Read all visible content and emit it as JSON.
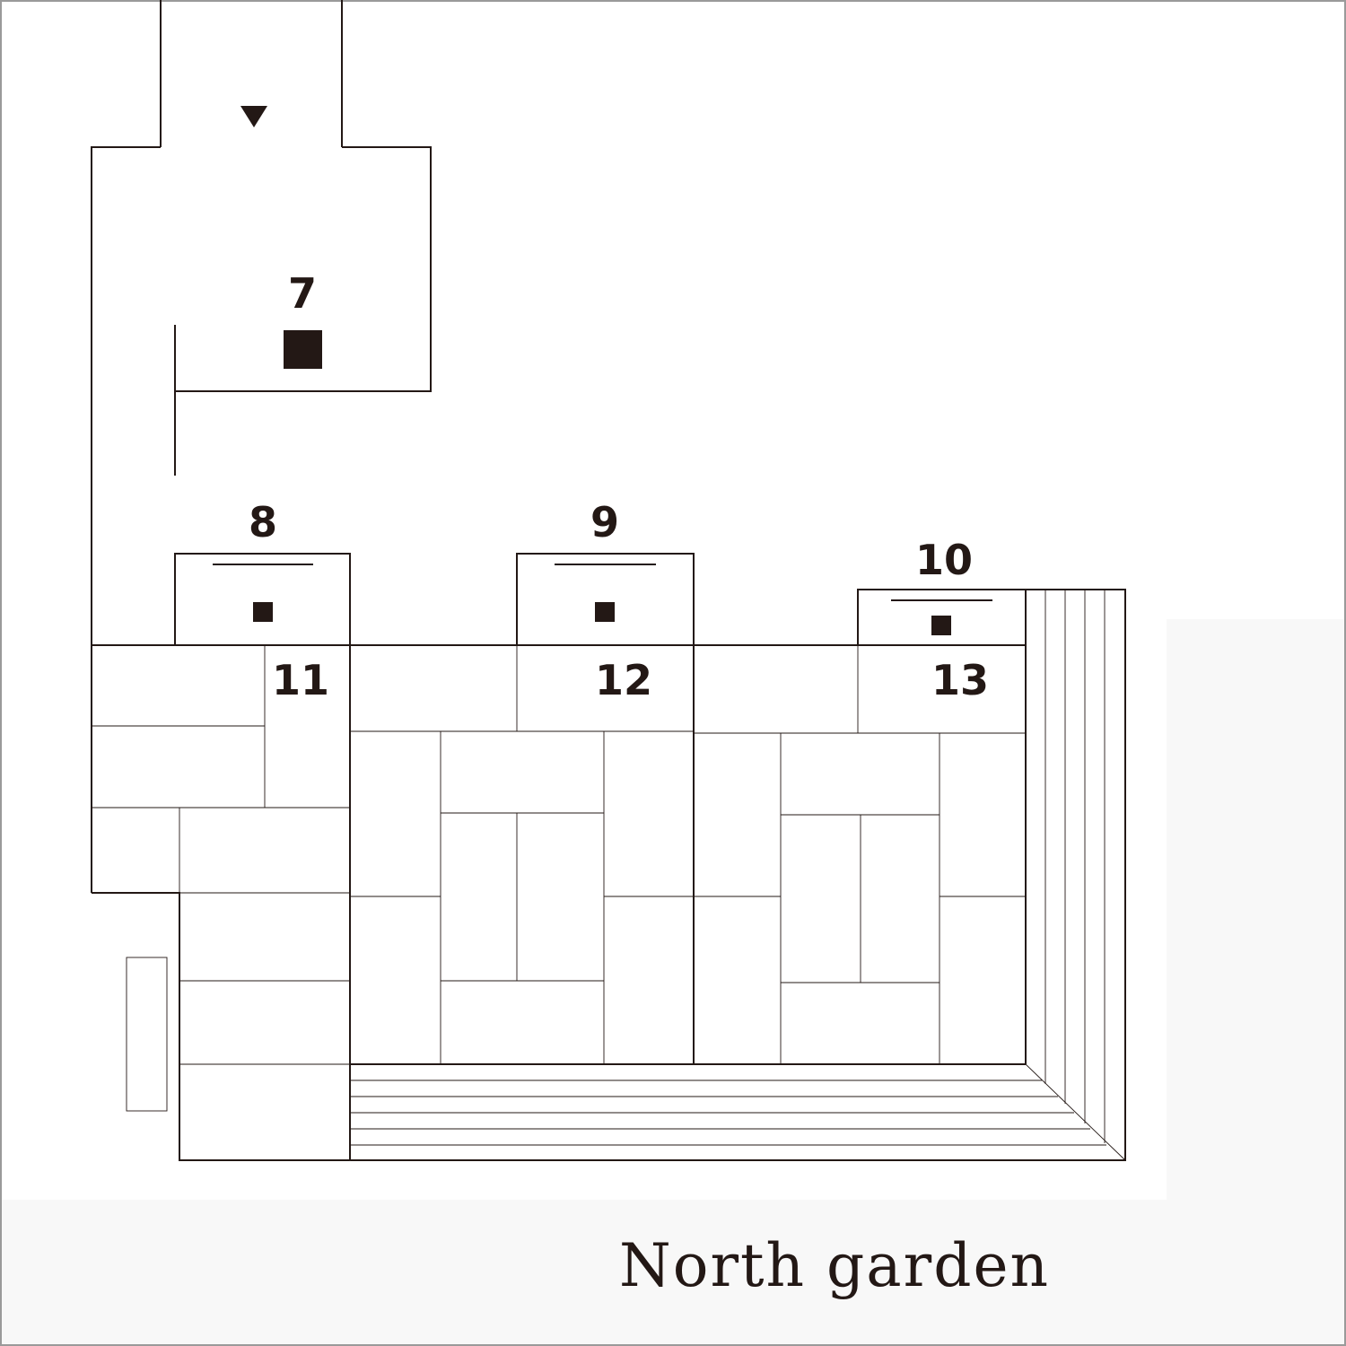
{
  "map": {
    "caption": "North garden",
    "rooms": [
      {
        "id": "room-7",
        "label": "7"
      },
      {
        "id": "room-8",
        "label": "8"
      },
      {
        "id": "room-9",
        "label": "9"
      },
      {
        "id": "room-10",
        "label": "10"
      },
      {
        "id": "room-11",
        "label": "11"
      },
      {
        "id": "room-12",
        "label": "12"
      },
      {
        "id": "room-13",
        "label": "13"
      }
    ],
    "icons": {
      "entrance": "entrance-arrow-icon",
      "marker": "square-marker-icon",
      "ledge": "shelf-line-icon"
    },
    "colors": {
      "ink": "#231815",
      "garden_bg": "#f8f8f8",
      "paper": "#ffffff"
    }
  }
}
